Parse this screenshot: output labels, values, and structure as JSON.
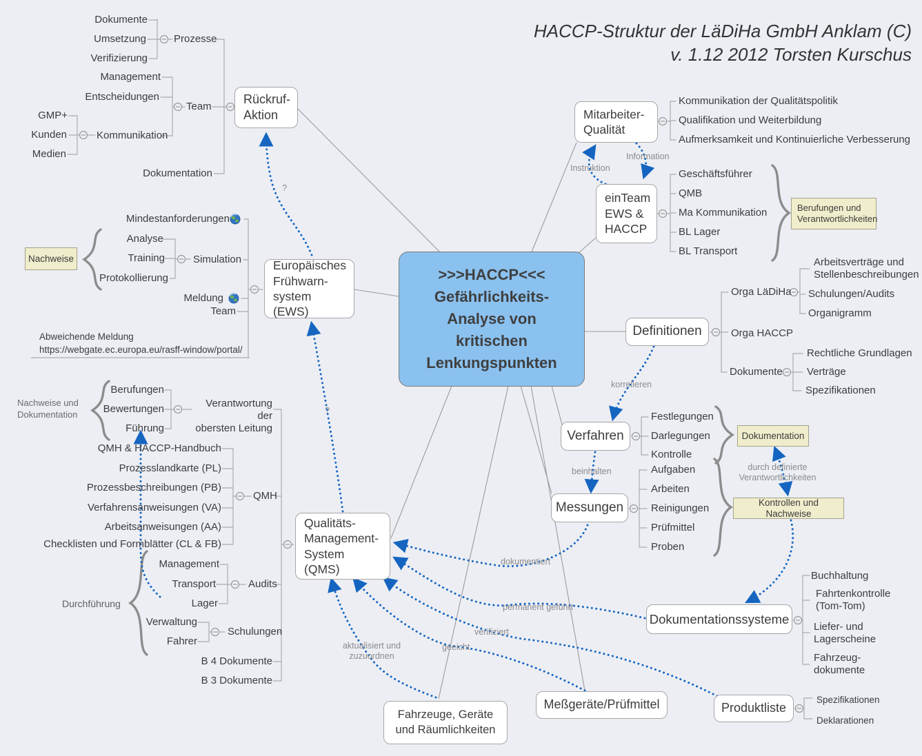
{
  "title": {
    "line1": "HACCP-Struktur der LäDiHa GmbH Anklam (C)",
    "line2": "v. 1.12 2012 Torsten Kurschus"
  },
  "colors": {
    "background": "#ECEEF4",
    "node_fill": "#FFFFFF",
    "node_border": "#A6A6A6",
    "central_fill": "#8AC1EF",
    "yellow_note_fill": "#EFEDCB",
    "arrow_blue": "#1565C0",
    "wire_gray": "#9B9B9B",
    "text": "#3C3C3C",
    "label_gray": "#8A8A8A"
  },
  "boxes": {
    "central": ">>>HACCP<<<\nGefährlichkeits-\nAnalyse von\nkritischen\nLenkungspunkten",
    "rueckruf": "Rückruf-\nAktion",
    "ews": "Europäisches\nFrühwarn-\nsystem (EWS)",
    "qms": "Qualitäts-\nManagement-\nSystem (QMS)",
    "mitarbeiter": "Mitarbeiter-\nQualität",
    "einteam": "einTeam\nEWS &\nHACCP",
    "definitionen": "Definitionen",
    "verfahren": "Verfahren",
    "messungen": "Messungen",
    "doksysteme": "Dokumentationssysteme",
    "produktliste": "Produktliste",
    "messgeraete": "Meßgeräte/Prüfmittel",
    "fahrzeuge": "Fahrzeuge, Geräte\nund Räumlichkeiten"
  },
  "notes": {
    "nachweise": "Nachweise",
    "berufungen_verantw": "Berufungen und\nVerantwortlichkeiten",
    "dokumentation": "Dokumentation",
    "kontrollen_nachweise": "Kontrollen und Nachweise"
  },
  "labels": {
    "instruktion": "Instruktion",
    "information": "Information",
    "korrelieren": "korrelieren",
    "beinhalten": "beinhalten",
    "durch_definierte": "durch definierte\nVerantwortlichkeiten",
    "dokumentiert": "dokumentiert",
    "permanent_gefuehrt": "permanent geführt",
    "verifiziert": "verifiziert",
    "geeicht": "geeicht",
    "aktualisiert": "aktualisiert und\nzuzuordnen",
    "durchfuehrung": "Durchführung",
    "nachweise_und_dok": "Nachweise und\nDokumentation",
    "frage1": "?",
    "frage2": "?"
  },
  "leaves": {
    "recall": {
      "dokumente": "Dokumente",
      "umsetzung": "Umsetzung",
      "verifizierung": "Verifizierung",
      "prozesse": "Prozesse",
      "management": "Management",
      "entscheidungen": "Entscheidungen",
      "team": "Team",
      "gmp": "GMP+",
      "kunden": "Kunden",
      "medien": "Medien",
      "kommunikation": "Kommunikation",
      "dokumentation": "Dokumentation"
    },
    "ews": {
      "mindestanforderungen": "Mindestanforderungen",
      "analyse": "Analyse",
      "training": "Training",
      "protokollierung": "Protokollierung",
      "simulation": "Simulation",
      "meldung": "Meldung",
      "team": "Team",
      "abweichende_meldung": "Abweichende Meldung\nhttps://webgate.ec.europa.eu/rasff-window/portal/"
    },
    "qms": {
      "berufungen": "Berufungen",
      "bewertungen": "Bewertungen",
      "fuehrung": "Führung",
      "verantwortung": "Verantwortung der\nobersten Leitung",
      "qmh_handbuch": "QMH & HACCP-Handbuch",
      "prozesslandkarte": "Prozesslandkarte (PL)",
      "prozessbeschreibungen": "Prozessbeschreibungen (PB)",
      "verfahrensanweisungen": "Verfahrensanweisungen (VA)",
      "arbeitsanweisungen": "Arbeitsanweisungen (AA)",
      "checklisten": "Checklisten und Formblätter (CL & FB)",
      "qmh": "QMH",
      "management": "Management",
      "transport": "Transport",
      "lager": "Lager",
      "audits": "Audits",
      "verwaltung": "Verwaltung",
      "fahrer": "Fahrer",
      "schulungen": "Schulungen",
      "b4": "B 4 Dokumente",
      "b3": "B 3 Dokumente"
    },
    "mitarbeiter": {
      "komm_politik": "Kommunikation der Qualitätspolitik",
      "qualifikation": "Qualifikation und Weiterbildung",
      "aufmerksamkeit": "Aufmerksamkeit und Kontinuierliche Verbesserung"
    },
    "einteam": {
      "geschaeftsfuehrer": "Geschäftsführer",
      "qmb": "QMB",
      "ma_kommunikation": "Ma Kommunikation",
      "bl_lager": "BL Lager",
      "bl_transport": "BL Transport"
    },
    "definitionen": {
      "orga_laediha": "Orga LäDiHa",
      "arbeitsvertraege": "Arbeitsverträge und\nStellenbeschreibungen",
      "schulungen_audits": "Schulungen/Audits",
      "organigramm": "Organigramm",
      "orga_haccp": "Orga HACCP",
      "dokumente": "Dokumente",
      "rechtliche": "Rechtliche Grundlagen",
      "vertraege": "Verträge",
      "spezifikationen": "Spezifikationen"
    },
    "verfahren": {
      "festlegungen": "Festlegungen",
      "darlegungen": "Darlegungen",
      "kontrolle": "Kontrolle"
    },
    "messungen": {
      "aufgaben": "Aufgaben",
      "arbeiten": "Arbeiten",
      "reinigungen": "Reinigungen",
      "pruefmittel": "Prüfmittel",
      "proben": "Proben"
    },
    "doksysteme": {
      "buchhaltung": "Buchhaltung",
      "fahrtenkontrolle": "Fahrtenkontrolle\n(Tom-Tom)",
      "lieferscheine": "Liefer- und\nLagerscheine",
      "fahrzeugdokumente": "Fahrzeug-\ndokumente"
    },
    "produktliste": {
      "spezifikationen": "Spezifikationen",
      "deklarationen": "Deklarationen"
    }
  }
}
